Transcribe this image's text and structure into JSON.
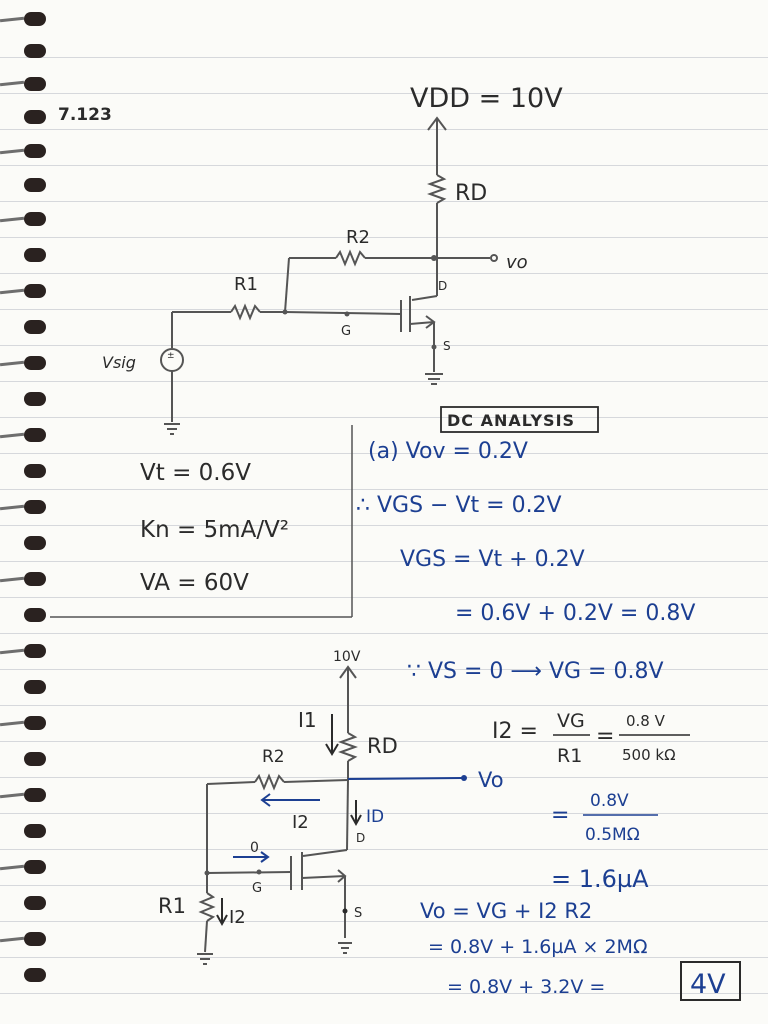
{
  "problem_number": "7.123",
  "circuit1": {
    "vdd": "VDD = 10V",
    "rd": "RD",
    "r2": "R2",
    "r1": "R1",
    "vo": "vo",
    "d": "D",
    "g": "G",
    "s": "S",
    "vsig": "Vsig"
  },
  "params": {
    "vt": "Vt = 0.6V",
    "kn": "Kn = 5mA/V²",
    "va": "VA = 60V"
  },
  "analysis": {
    "header": "DC ANALYSIS",
    "line1": "(a) Vov = 0.2V",
    "line2": "∴ VGS − Vt = 0.2V",
    "line3": "VGS = Vt + 0.2V",
    "line4": "= 0.6V + 0.2V = 0.8V",
    "line5": "∵ VS = 0 ⟶ VG = 0.8V",
    "i2_lhs": "I2 =",
    "i2_num1": "VG",
    "i2_den1": "R1",
    "i2_eq": "=",
    "i2_num2": "0.8 V",
    "i2_den2": "500 kΩ",
    "eq2": "=",
    "i2_num3": "0.8V",
    "i2_den3": "0.5MΩ",
    "i2_result": "= 1.6µA",
    "vo1": "Vo = VG + I2 R2",
    "vo2": "= 0.8V + 1.6µA × 2MΩ",
    "vo3": "= 0.8V + 3.2V =",
    "vo_final": "4V"
  },
  "circuit2": {
    "top": "10V",
    "i1": "I1",
    "rd": "RD",
    "r2": "R2",
    "vo": "Vo",
    "i2": "I2",
    "id": "ID",
    "d": "D",
    "zero": "0",
    "g": "G",
    "r1": "R1",
    "i2b": "I2",
    "s": "S"
  },
  "colors": {
    "pencil": "#555555",
    "ink_blue": "#1c3f92",
    "ink_black": "#2b2b2b"
  }
}
